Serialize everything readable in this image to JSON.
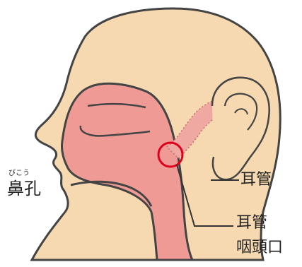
{
  "labels": {
    "nostril": "鼻孔",
    "nostril_ruby": "びこう",
    "eustachian_tube": "耳管",
    "pharyngeal_opening_line1": "耳管",
    "pharyngeal_opening_line2": "咽頭口"
  },
  "colors": {
    "skin": "#f6d9b0",
    "mucosa": "#ef9a94",
    "outline": "#444444",
    "highlight_circle": "#e0001b"
  }
}
